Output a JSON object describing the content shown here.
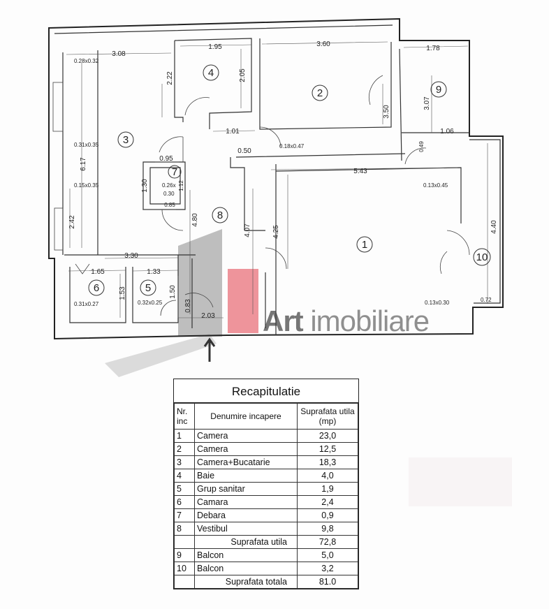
{
  "plan": {
    "rooms": [
      {
        "id": "room-1",
        "number": "1"
      },
      {
        "id": "room-2",
        "number": "2"
      },
      {
        "id": "room-3",
        "number": "3"
      },
      {
        "id": "room-4",
        "number": "4"
      },
      {
        "id": "room-5",
        "number": "5"
      },
      {
        "id": "room-6",
        "number": "6"
      },
      {
        "id": "room-7",
        "number": "7"
      },
      {
        "id": "room-8",
        "number": "8"
      },
      {
        "id": "room-9",
        "number": "9"
      },
      {
        "id": "room-10",
        "number": "10"
      }
    ],
    "dimensions": [
      "3.08",
      "1.95",
      "3.60",
      "1.78",
      "0.28x0.32",
      "2.22",
      "2.05",
      "3.50",
      "3.07",
      "1.01",
      "0.50",
      "0.18x0.47",
      "1.06",
      "0.49",
      "6.17",
      "0.31x0.35",
      "0.95",
      "0.15x0.35",
      "1.30",
      "0.26x",
      "1.12",
      "0.30",
      "0.85",
      "5.43",
      "0.13x0.45",
      "2.42",
      "4.80",
      "4.07",
      "4.25",
      "4.40",
      "3.30",
      "1.65",
      "1.33",
      "1.53",
      "1.50",
      "0.83",
      "0.31x0.27",
      "0.32x0.25",
      "2.03",
      "0.13x0.30",
      "0.72"
    ],
    "watermark": {
      "brand": "Art",
      "suffix": "imobiliare"
    }
  },
  "summary": {
    "title": "Recapitulatie",
    "headers": {
      "nr": "Nr. inc",
      "name": "Denumire incapere",
      "area": "Suprafata utila (mp)"
    },
    "rows": [
      {
        "nr": "1",
        "name": "Camera",
        "area": "23,0"
      },
      {
        "nr": "2",
        "name": "Camera",
        "area": "12,5"
      },
      {
        "nr": "3",
        "name": "Camera+Bucatarie",
        "area": "18,3"
      },
      {
        "nr": "4",
        "name": "Baie",
        "area": "4,0"
      },
      {
        "nr": "5",
        "name": "Grup sanitar",
        "area": "1,9"
      },
      {
        "nr": "6",
        "name": "Camara",
        "area": "2,4"
      },
      {
        "nr": "7",
        "name": "Debara",
        "area": "0,9"
      },
      {
        "nr": "8",
        "name": "Vestibul",
        "area": "9,8"
      }
    ],
    "subtotal": {
      "label": "Suprafata utila",
      "value": "72,8"
    },
    "balcony_rows": [
      {
        "nr": "9",
        "name": "Balcon",
        "area": "5,0"
      },
      {
        "nr": "10",
        "name": "Balcon",
        "area": "3,2"
      }
    ],
    "total": {
      "label": "Suprafata totala",
      "value": "81.0"
    }
  }
}
